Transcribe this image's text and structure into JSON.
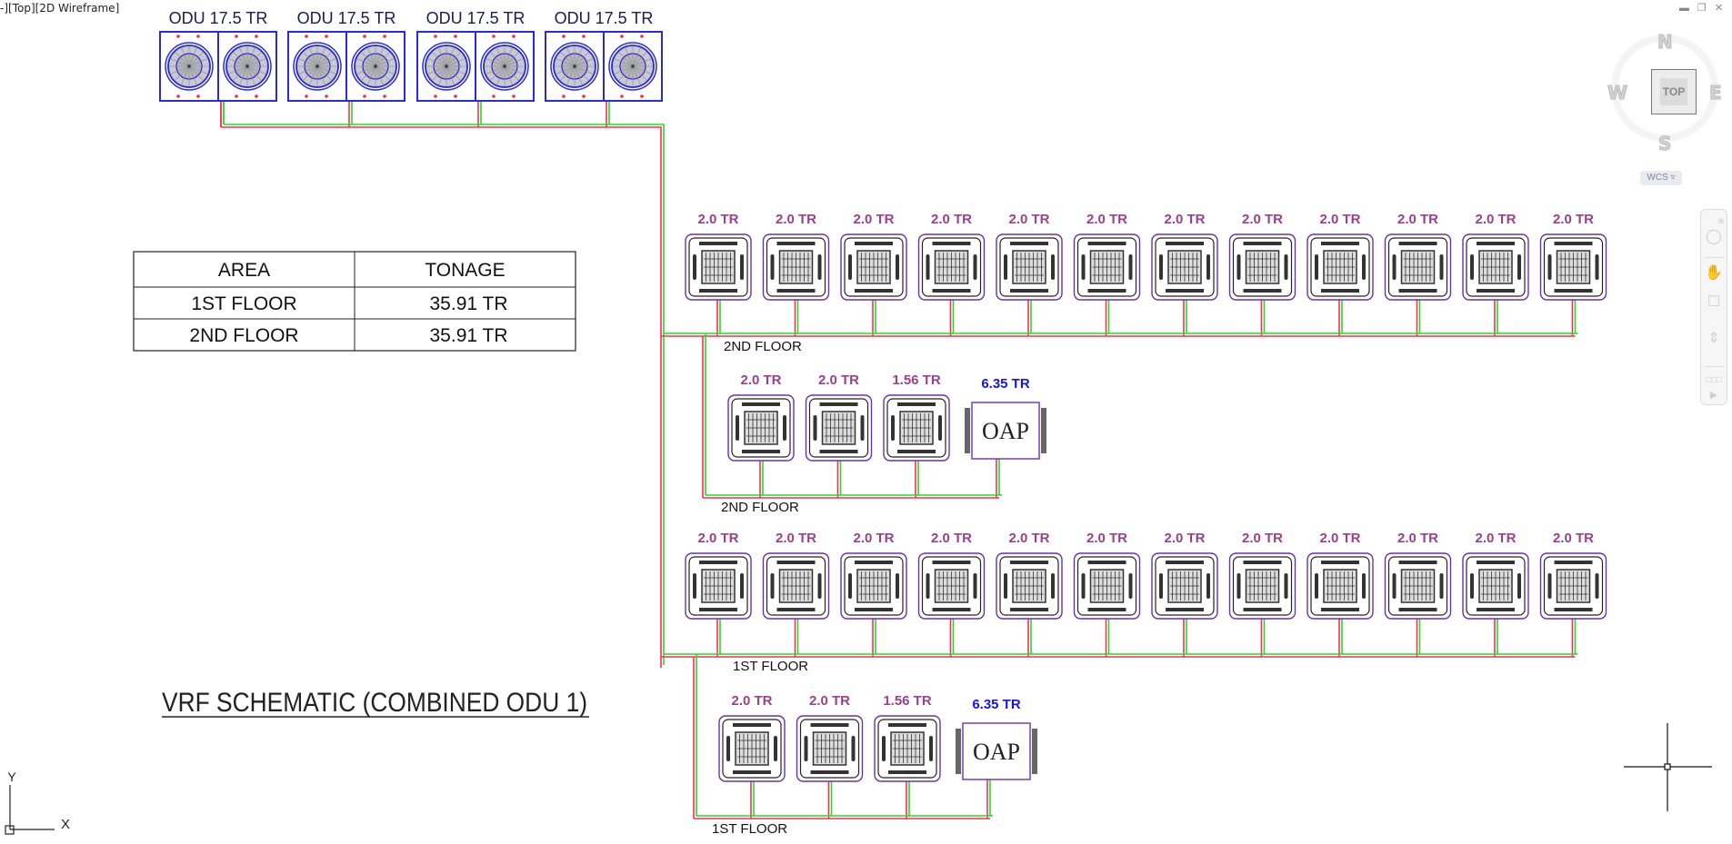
{
  "viewport": {
    "label": "-][Top][2D Wireframe]",
    "window_controls": [
      "minimize",
      "restore",
      "close"
    ]
  },
  "viewcube": {
    "face": "TOP",
    "north": "N",
    "south": "S",
    "east": "E",
    "west": "W",
    "ucs": "WCS"
  },
  "navbar": {
    "tools": [
      "steering-wheel",
      "pan",
      "zoom-window",
      "orbit",
      "showmotion"
    ]
  },
  "colors": {
    "odu_line": "#2a2ae0",
    "pipe_liquid": "#ff2a5a",
    "pipe_gas": "#22dd22",
    "idu_label": "#9b3f8f",
    "oap_label": "#1515e8",
    "idu_outline": "#6a2fb0"
  },
  "odu": {
    "units": [
      {
        "label": "ODU 17.5 TR"
      },
      {
        "label": "ODU 17.5 TR"
      },
      {
        "label": "ODU 17.5 TR"
      },
      {
        "label": "ODU 17.5 TR"
      }
    ]
  },
  "tonnage_table": {
    "headers": [
      "AREA",
      "TONAGE"
    ],
    "rows": [
      [
        "1ST FLOOR",
        "35.91 TR"
      ],
      [
        "2ND FLOOR",
        "35.91 TR"
      ]
    ]
  },
  "rows": [
    {
      "floor_label": "2ND FLOOR",
      "units": [
        "2.0 TR",
        "2.0 TR",
        "2.0 TR",
        "2.0 TR",
        "2.0 TR",
        "2.0 TR",
        "2.0 TR",
        "2.0 TR",
        "2.0 TR",
        "2.0 TR",
        "2.0 TR",
        "2.0 TR"
      ]
    },
    {
      "floor_label": "2ND FLOOR",
      "units": [
        "2.0 TR",
        "2.0 TR",
        "1.56 TR"
      ],
      "oap": {
        "label": "6.35 TR",
        "text": "OAP"
      }
    },
    {
      "floor_label": "1ST FLOOR",
      "units": [
        "2.0 TR",
        "2.0 TR",
        "2.0 TR",
        "2.0 TR",
        "2.0 TR",
        "2.0 TR",
        "2.0 TR",
        "2.0 TR",
        "2.0 TR",
        "2.0 TR",
        "2.0 TR",
        "2.0 TR"
      ]
    },
    {
      "floor_label": "1ST FLOOR",
      "units": [
        "2.0 TR",
        "2.0 TR",
        "1.56 TR"
      ],
      "oap": {
        "label": "6.35 TR",
        "text": "OAP"
      }
    }
  ],
  "title": "VRF SCHEMATIC (COMBINED ODU 1)",
  "ucs_icon": {
    "x_label": "X",
    "y_label": "Y"
  }
}
